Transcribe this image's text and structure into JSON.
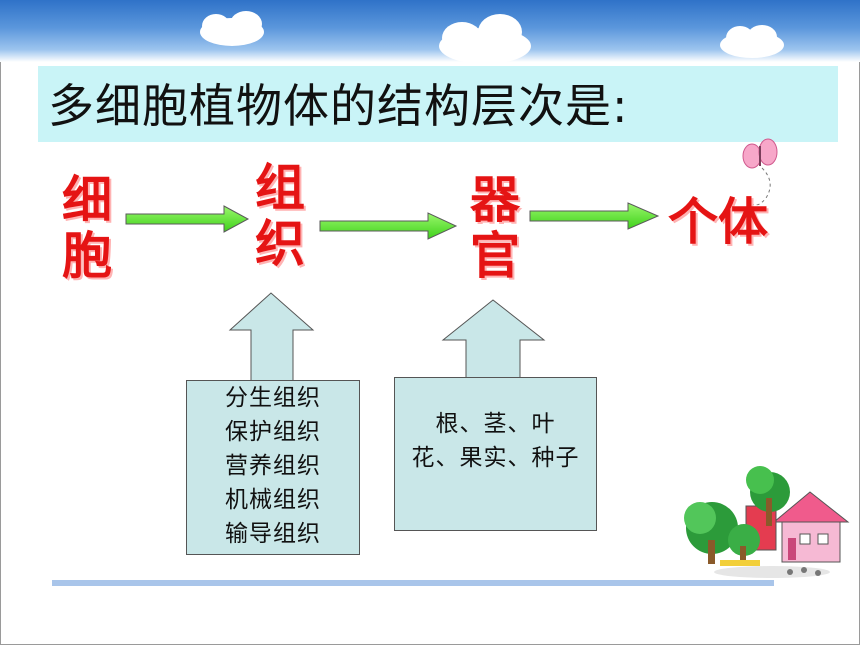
{
  "title": "多细胞植物体的结构层次是:",
  "levels": [
    {
      "id": "cell",
      "label": "细胞",
      "lines": [
        "细",
        "胞"
      ]
    },
    {
      "id": "tissue",
      "label": "组织",
      "lines": [
        "组",
        "织"
      ]
    },
    {
      "id": "organ",
      "label": "器官",
      "lines": [
        "器",
        "官"
      ]
    },
    {
      "id": "individual",
      "label": "个体"
    }
  ],
  "tissue_types": [
    "分生组织",
    "保护组织",
    "营养组织",
    "机械组织",
    "输导组织"
  ],
  "organ_lines": [
    "根、茎、叶",
    "花、果实、种子"
  ],
  "colors": {
    "level_text": "#e51414",
    "arrow_green": "#5fe63a",
    "box_fill": "#c9e7e8",
    "title_bg": "#c9f4f7",
    "sky": "#3a7fd0"
  },
  "icons": [
    "cloud-icon",
    "butterfly-icon",
    "house-icon"
  ]
}
